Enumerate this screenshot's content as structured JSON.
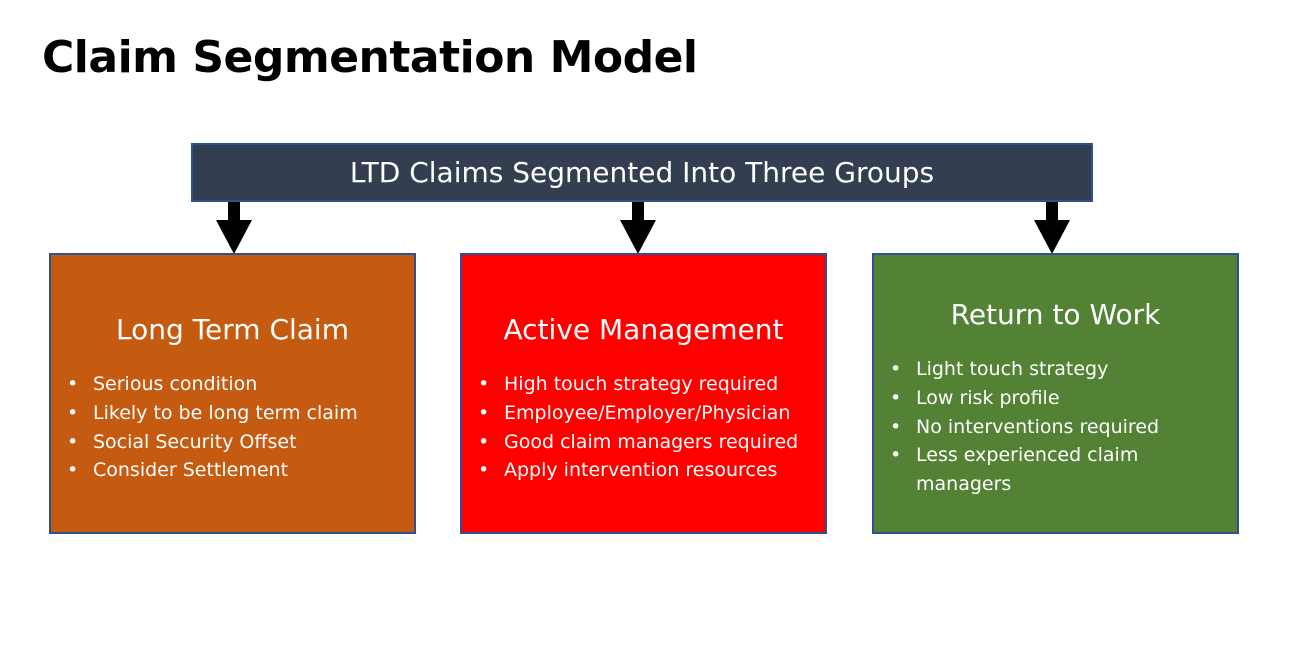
{
  "title": "Claim Segmentation Model",
  "header": {
    "label": "LTD Claims Segmented Into Three Groups",
    "color": "#333f50"
  },
  "segments": [
    {
      "title": "Long Term Claim",
      "color": "#c55a11",
      "items": [
        "Serious condition",
        "Likely to be long term claim",
        "Social Security Offset",
        "Consider Settlement"
      ]
    },
    {
      "title": "Active Management",
      "color": "#ff0000",
      "items": [
        "High touch strategy required",
        "Employee/Employer/Physician",
        "Good claim managers required",
        "Apply intervention resources"
      ]
    },
    {
      "title": "Return to Work",
      "color": "#548235",
      "items": [
        "Light touch strategy",
        "Low risk profile",
        "No interventions required",
        "Less experienced claim managers"
      ]
    }
  ]
}
